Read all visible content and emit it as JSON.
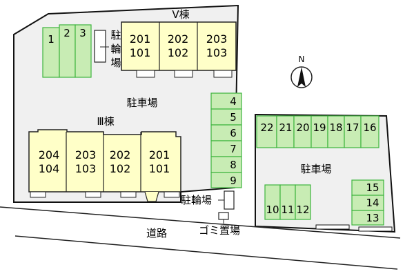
{
  "colors": {
    "lot_fill": "#f0f0f0",
    "lot_stroke": "#111111",
    "building_fill": "#ffffc8",
    "parking_fill": "#c8ecb4",
    "parking_stroke": "#3cb43c",
    "road_line": "#222222"
  },
  "building_v": {
    "title": "Ⅴ棟",
    "units": [
      {
        "upper": "201",
        "lower": "101"
      },
      {
        "upper": "202",
        "lower": "102"
      },
      {
        "upper": "203",
        "lower": "103"
      }
    ]
  },
  "building_iii": {
    "title": "Ⅲ棟",
    "units": [
      {
        "upper": "204",
        "lower": "104"
      },
      {
        "upper": "203",
        "lower": "103"
      },
      {
        "upper": "202",
        "lower": "102"
      },
      {
        "upper": "201",
        "lower": "101"
      }
    ]
  },
  "bike_parking_top": [
    "駐",
    "輪",
    "場"
  ],
  "bike_parking_bottom": "駐輪場",
  "parking_label_left": "駐車場",
  "parking_label_right": "駐車場",
  "garbage_label": "ゴミ置場",
  "road_label": "道路",
  "compass_label": "N",
  "parking_spaces": {
    "top_left": [
      "1",
      "2",
      "3"
    ],
    "right_column": [
      "4",
      "5",
      "6",
      "7",
      "8",
      "9"
    ],
    "right_lot_top": [
      "22",
      "21",
      "20",
      "19",
      "18",
      "17",
      "16"
    ],
    "right_lot_bottom_left": [
      "10",
      "11",
      "12"
    ],
    "right_lot_bottom_right": [
      "15",
      "14",
      "13"
    ]
  }
}
